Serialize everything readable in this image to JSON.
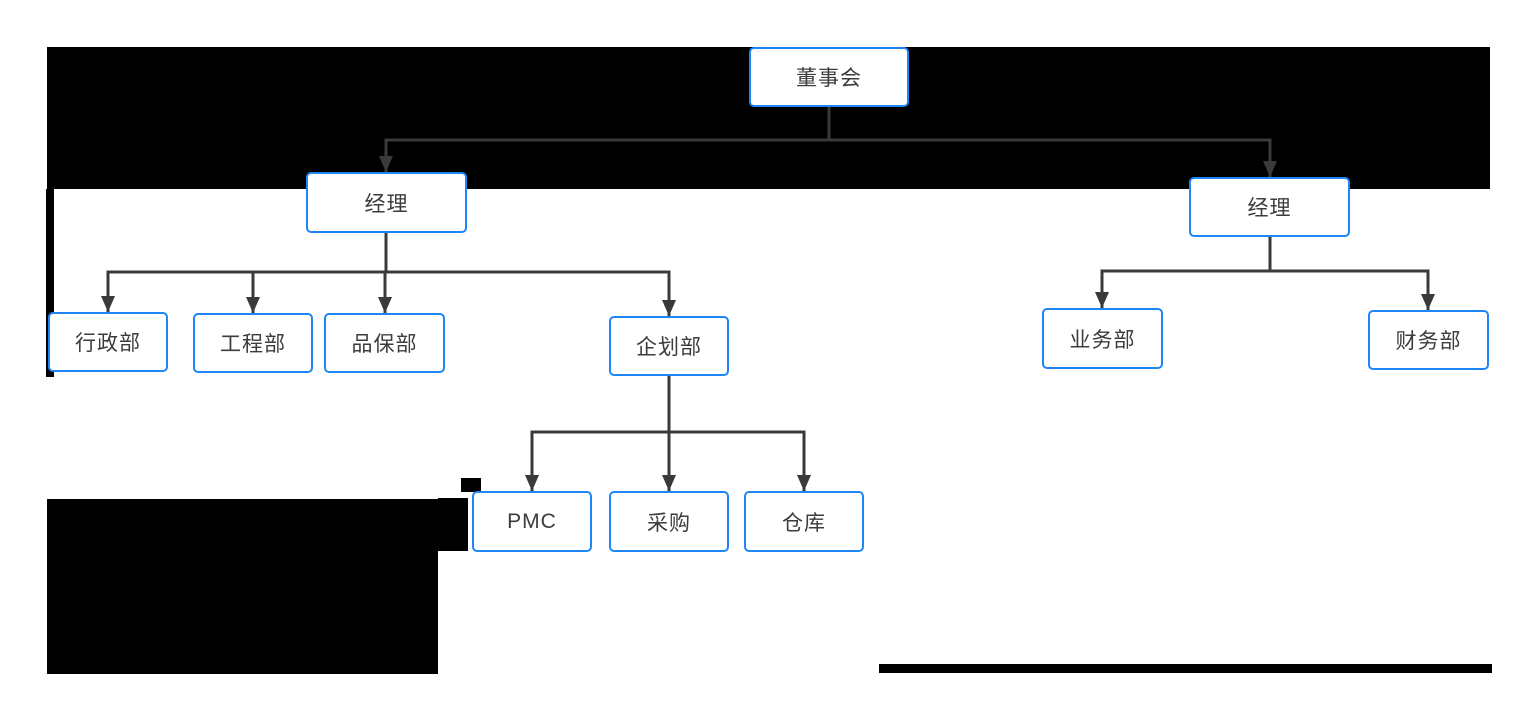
{
  "diagram": {
    "type": "org-chart",
    "colors": {
      "node_border": "#1e86f7",
      "node_fill": "#ffffff",
      "node_text": "#3c3c3c",
      "connector": "#3a3a3a",
      "redaction_block": "#000000",
      "background": "#ffffff"
    },
    "nodes": [
      {
        "id": "board",
        "label": "董事会"
      },
      {
        "id": "manager-left",
        "label": "经理"
      },
      {
        "id": "manager-right",
        "label": "经理"
      },
      {
        "id": "admin-dept",
        "label": "行政部"
      },
      {
        "id": "engineering-dept",
        "label": "工程部"
      },
      {
        "id": "qa-dept",
        "label": "品保部"
      },
      {
        "id": "planning-dept",
        "label": "企划部"
      },
      {
        "id": "business-dept",
        "label": "业务部"
      },
      {
        "id": "finance-dept",
        "label": "财务部"
      },
      {
        "id": "pmc",
        "label": "PMC"
      },
      {
        "id": "purchasing",
        "label": "采购"
      },
      {
        "id": "warehouse",
        "label": "仓库"
      }
    ],
    "edges": [
      {
        "from": "board",
        "to": "manager-left"
      },
      {
        "from": "board",
        "to": "manager-right"
      },
      {
        "from": "manager-left",
        "to": "admin-dept"
      },
      {
        "from": "manager-left",
        "to": "engineering-dept"
      },
      {
        "from": "manager-left",
        "to": "qa-dept"
      },
      {
        "from": "manager-left",
        "to": "planning-dept"
      },
      {
        "from": "manager-right",
        "to": "business-dept"
      },
      {
        "from": "manager-right",
        "to": "finance-dept"
      },
      {
        "from": "planning-dept",
        "to": "pmc"
      },
      {
        "from": "planning-dept",
        "to": "purchasing"
      },
      {
        "from": "planning-dept",
        "to": "warehouse"
      }
    ]
  }
}
